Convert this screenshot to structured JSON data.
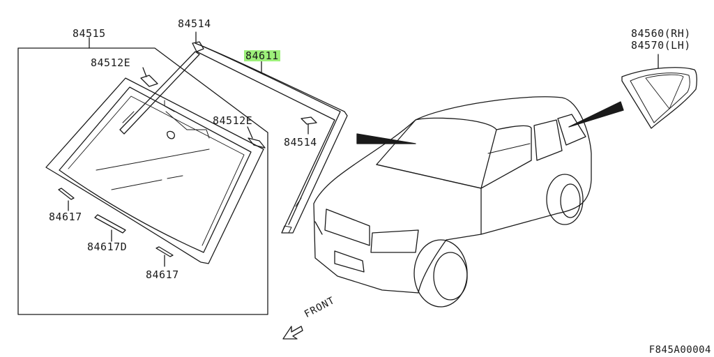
{
  "parts": {
    "windshield_assy": "84515",
    "clip_upper": "84514",
    "clip_side": "84514",
    "spacer_left": "84512E",
    "spacer_right": "84512E",
    "molding": "84611",
    "dam_left": "84617",
    "dam_center": "84617D",
    "dam_right": "84617",
    "quarter_glass_rh": "84560(RH)",
    "quarter_glass_lh": "84570(LH)"
  },
  "front_label": "FRONT",
  "figure_code": "F845A00004",
  "highlight_color": "#9df07a"
}
